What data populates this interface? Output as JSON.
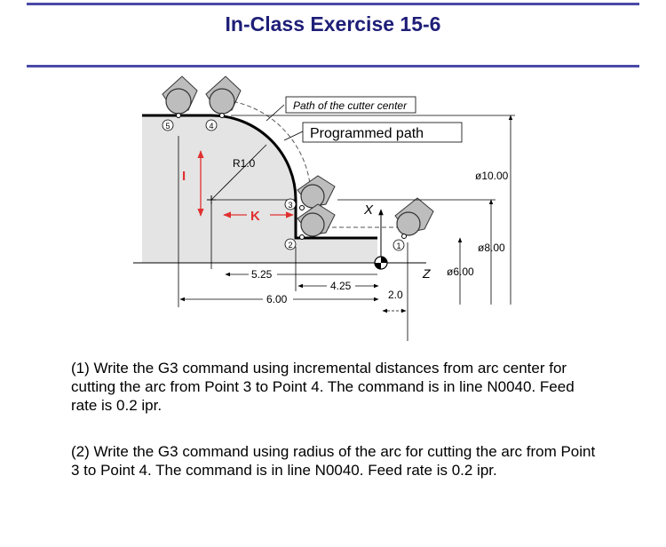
{
  "header": {
    "title": "In-Class Exercise 15-6"
  },
  "diagram": {
    "path_label": "Path of the cutter center",
    "programmed_label": "Programmed path",
    "radius_label": "R1.0",
    "i_label": "I",
    "k_label": "K",
    "x_axis_label": "X",
    "z_axis_label": "Z",
    "points": [
      "1",
      "2",
      "3",
      "4",
      "5"
    ],
    "dimensions": {
      "dia_10": "ø10.00",
      "dia_8": "ø8.00",
      "dia_6": "ø6.00",
      "len_5_25": "5.25",
      "len_4_25": "4.25",
      "len_6_00": "6.00",
      "len_2_0": "2.0"
    }
  },
  "questions": {
    "q1": "(1) Write the G3 command using incremental distances from arc center for cutting the arc from Point 3 to Point 4.  The command is in line N0040. Feed rate is 0.2 ipr.",
    "q2": "(2) Write the G3 command using radius of the arc for cutting the arc from Point 3 to Point 4. The command is in line N0040. Feed rate is 0.2 ipr."
  },
  "colors": {
    "title": "#1e1e78",
    "rule": "#4a4aa8",
    "arrow_red": "#e03030",
    "stock": "#e4e4e4"
  }
}
